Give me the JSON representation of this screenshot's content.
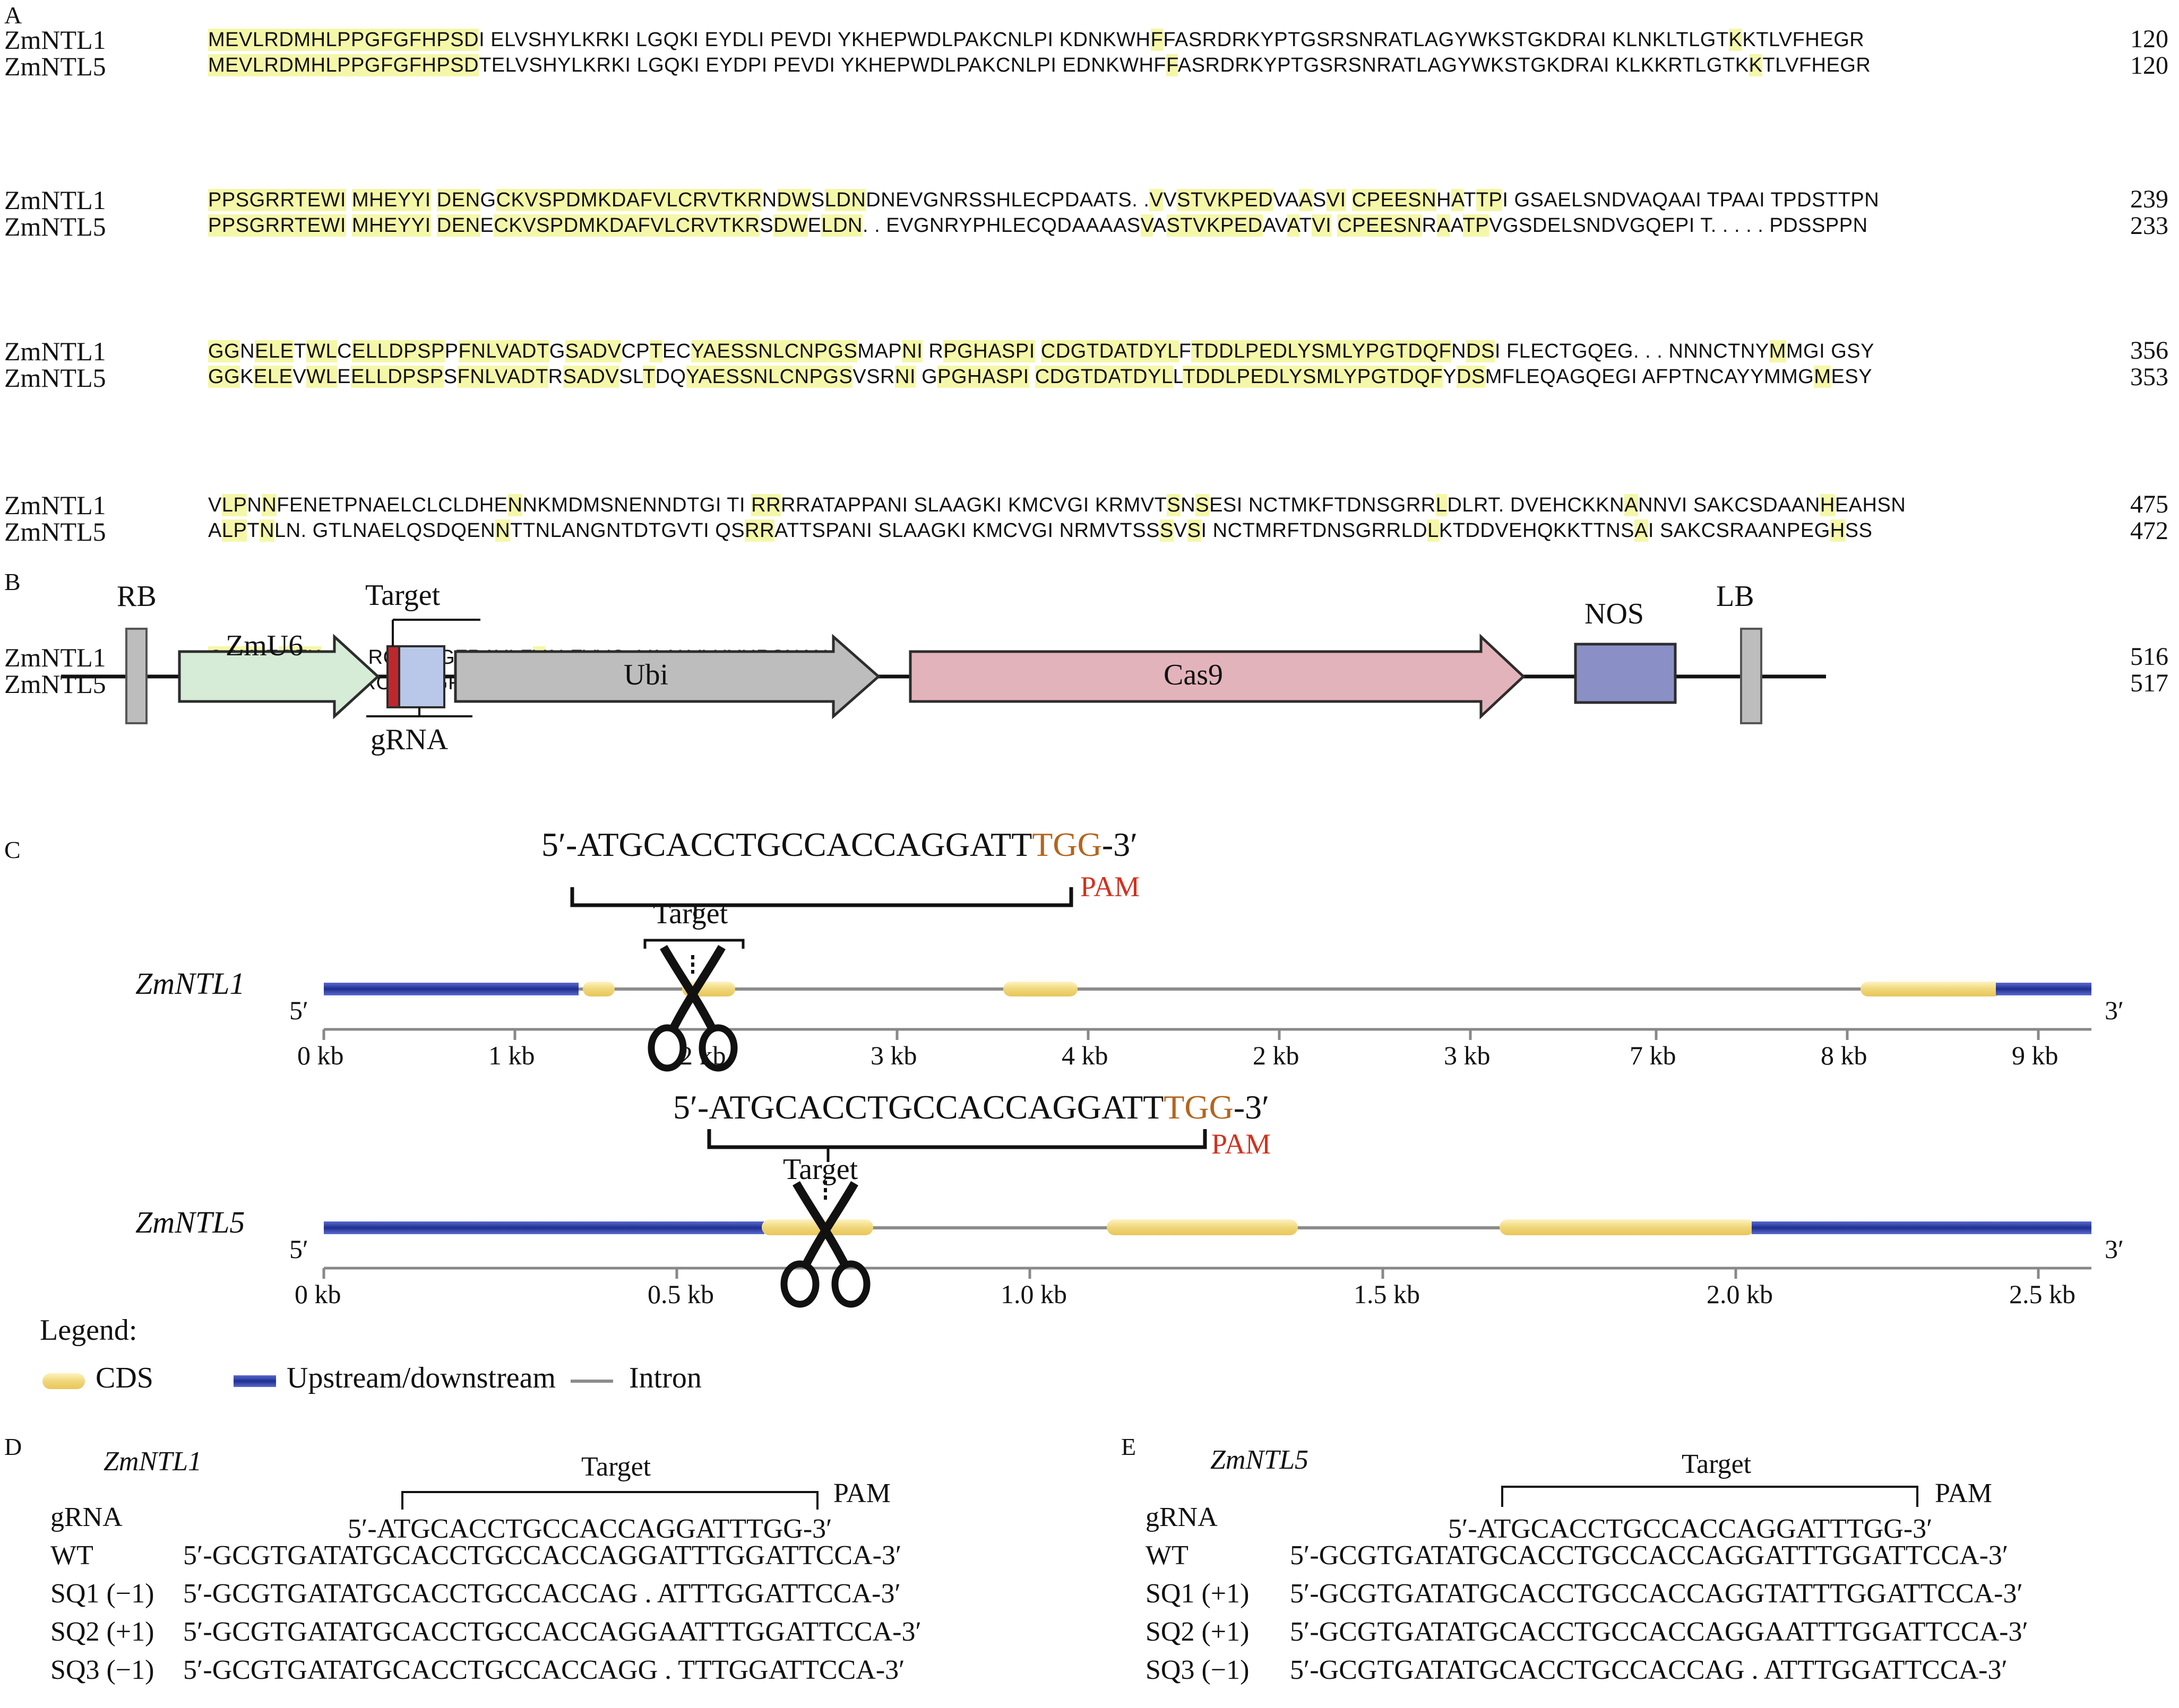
{
  "panel_a": {
    "label": "A",
    "blocks": [
      {
        "ntl1": "MEVLRDMHLPPGFGFHPSDI ELVSHYLKRKI LGQKI EYDLI PEVDI YKHEPWDLPAKCNLPI KDNKWHFFASRDRKYPTGSRSNRATLAGYWKSTGKDRAI KLNKLTLGTKKTLVFHEGR",
        "ntl5": "MEVLRDMHLPPGFGFHPSDTELVSHYLKRKI LGQKI EYDPI PEVDI YKHEPWDLPAKCNLPI EDNKWHFFASRDRKYPTGSRSNRATLAGYWKSTGKDRAI KLKKRTLGTKKTLVFHEGR",
        "num1": "120",
        "num5": "120"
      },
      {
        "ntl1": "PPSGRRTEWI MHEYYI DENGCKVSPDMKDAFVLCRVTKRNDWSLDNDNEVGNRSSHLECPDAATS. .VVSTVKPEDVAASVI CPEESNHATTPI GSAELSNDVAQAAI TPAAI TPDSTTPN",
        "ntl5": "PPSGRRTEWI MHEYYI DENECKVSPDMKDAFVLCRVTKRSDWELDN. . EVGNRYPHLECQDAAAASVASTVKPEDAVATVI CPEESNRAATPVGSDELSNDVGQEPI T. . . . . PDSSPPN",
        "num1": "239",
        "num5": "233"
      },
      {
        "ntl1": "GGNELETWLCELLDPSPPFNLVADTGSADVCPTECYAESSNLCNPGSMAPNI RPGHASPI CDGTDATDYLFTDDLPEDLYSMLYPGTDQFNDSI FLECTGQEG. . . NNNCTNYMMGI GSY",
        "ntl5": "GGKELEVWLEELLDPSPSFNLVADTRSADVSLTDQYAESSNLCNPGSVSRNI GPGHASPI CDGTDATDYLLTDDLPEDLYSMLYPGTDQFYDSMFLEQAGQEGI AFPTNCAYYMMGMESY",
        "num1": "356",
        "num5": "353"
      },
      {
        "ntl1": "VLPNNFENETPNAELCLCLDHENNKMDMSNENNDTGI TI RRRRATAPPANI SLAAGKI KMCVGI KRMVTSNSESI NCTMKFTDNSGRRLDLRT. DVEHCKKNANNVI SAKCSDAANHEAHSN",
        "ntl5": "ALPTNLN. GTLNAELQSDQENNTTNLANGNTDTGVTI QSRRATTSPANI SLAAGKI KMCVGI NRMVTSSSVSI NCTMRFTDNSGRRLDLKTDDVEHQKKTTNSAI SAKCSRAANPEGHSS",
        "num1": "475",
        "num5": "472"
      },
      {
        "ntl1": "QGYLEGFK. . . . RCSSAGFRAYI FVALFVVG. VAALVLHYHRSNAN",
        "ntl5": "QGYLKGFKNTFRCSSAGFKAYI SFAFFVVGVAAAAVLHHHRSCAN",
        "num1": "516",
        "num5": "517"
      }
    ],
    "name1": "ZmNTL1",
    "name5": "ZmNTL5"
  },
  "panel_b": {
    "label": "B",
    "rb": "RB",
    "lb": "LB",
    "zmu6": "ZmU6",
    "target": "Target",
    "grna": "gRNA",
    "ubi": "Ubi",
    "cas9": "Cas9",
    "nos": "NOS",
    "colors": {
      "zmu6": "#d6ecd6",
      "ubi": "#bdbdbd",
      "cas9": "#e3b3bb",
      "nos": "#8a90c6",
      "grna": "#b9c8e8",
      "target": "#c0272d",
      "border": "#5f6b7a"
    }
  },
  "panel_c": {
    "label": "C",
    "seq1_prefix": "5′-ATGCACCTGCCACCAGGATT",
    "seq1_pam": "TGG",
    "seq1_suffix": "-3′",
    "pam_label1": "PAM",
    "target_label1": "Target",
    "gene1": "ZmNTL1",
    "five1": "5′",
    "three1": "3′",
    "ticks1": [
      "0 kb",
      "1 kb",
      "2 kb",
      "3 kb",
      "4 kb",
      "2 kb",
      "3 kb",
      "7 kb",
      "8 kb",
      "9 kb"
    ],
    "seq2_prefix": "5′-ATGCACCTGCCACCAGGATT",
    "seq2_pam": "TGG",
    "seq2_suffix": "-3′",
    "pam_label2": "PAM",
    "target_label2": "Target",
    "gene2": "ZmNTL5",
    "five2": "5′",
    "three2": "3′",
    "ticks2": [
      "0 kb",
      "0.5 kb",
      "1.0 kb",
      "1.5 kb",
      "2.0 kb",
      "2.5 kb"
    ],
    "legend_title": "Legend:",
    "legend_cds": "CDS",
    "legend_updown": "Upstream/downstream",
    "legend_intron": "Intron",
    "colors": {
      "cds": "#f0d77a",
      "updown": "#1f2f8f",
      "intron": "#8c8c8c",
      "pam": "#b5651d",
      "pam_label": "#d0321e"
    }
  },
  "panel_d": {
    "label": "D",
    "gene": "ZmNTL1",
    "target": "Target",
    "pam": "PAM",
    "rows": [
      {
        "name": "gRNA",
        "seq": "5′-ATGCACCTGCCACCAGGATTTGG-3′"
      },
      {
        "name": "WT",
        "seq": "5′-GCGTGATATGCACCTGCCACCAGGATTTGGATTCCA-3′"
      },
      {
        "name": "SQ1 (−1)",
        "seq": "5′-GCGTGATATGCACCTGCCACCAG . ATTTGGATTCCA-3′"
      },
      {
        "name": "SQ2 (+1)",
        "seq": "5′-GCGTGATATGCACCTGCCACCAGGAATTTGGATTCCA-3′"
      },
      {
        "name": "SQ3 (−1)",
        "seq": "5′-GCGTGATATGCACCTGCCACCAGG . TTTGGATTCCA-3′"
      }
    ]
  },
  "panel_e": {
    "label": "E",
    "gene": "ZmNTL5",
    "target": "Target",
    "pam": "PAM",
    "rows": [
      {
        "name": "gRNA",
        "seq": "5′-ATGCACCTGCCACCAGGATTTGG-3′"
      },
      {
        "name": "WT",
        "seq": "5′-GCGTGATATGCACCTGCCACCAGGATTTGGATTCCA-3′"
      },
      {
        "name": "SQ1 (+1)",
        "seq": "5′-GCGTGATATGCACCTGCCACCAGGTATTTGGATTCCA-3′"
      },
      {
        "name": "SQ2 (+1)",
        "seq": "5′-GCGTGATATGCACCTGCCACCAGGAATTTGGATTCCA-3′"
      },
      {
        "name": "SQ3 (−1)",
        "seq": "5′-GCGTGATATGCACCTGCCACCAG . ATTTGGATTCCA-3′"
      }
    ]
  }
}
